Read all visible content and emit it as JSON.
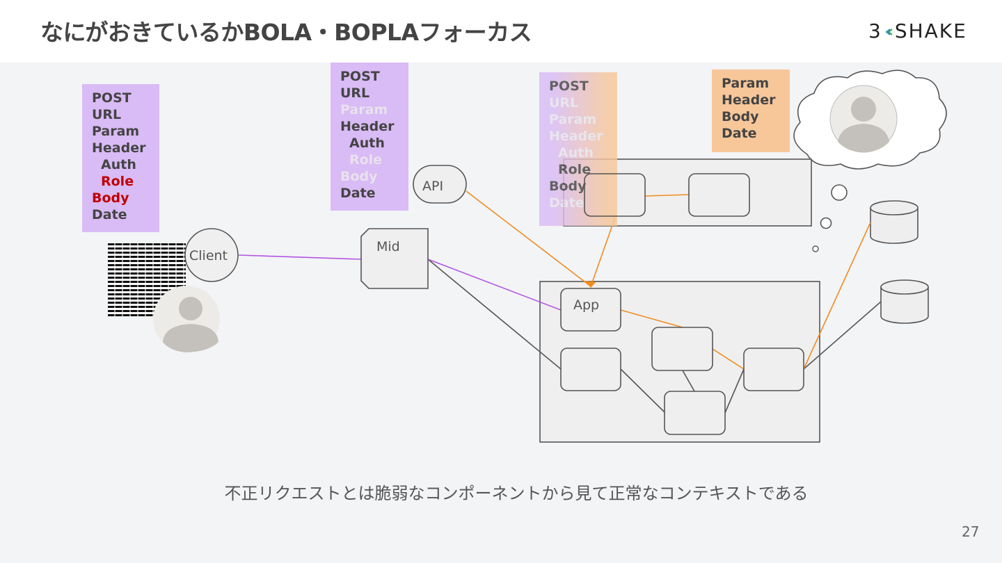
{
  "title": "なにがおきているかBOLA・BOPLAフォーカス",
  "logo": {
    "text_left": "3",
    "text_right": "SHAKE",
    "arrow_icon": "double-chevron-icon"
  },
  "notes": {
    "client_request": {
      "lines": [
        "POST",
        "URL",
        "Param",
        "Header",
        "Auth",
        "Role",
        "Body",
        "Date"
      ],
      "highlight_color": "#c00000",
      "bg": "#d9bbf5"
    },
    "api_view": {
      "lines": [
        "POST",
        "URL",
        "Param",
        "Header",
        "Auth",
        "Role",
        "Body",
        "Date"
      ],
      "bg": "#d9bbf5"
    },
    "app_view": {
      "lines": [
        "POST",
        "URL",
        "Param",
        "Header",
        "Auth",
        "Role",
        "Body",
        "Date"
      ],
      "bg": "#d9bbf5"
    },
    "backend_view": {
      "lines": [
        "Param",
        "Header",
        "Body",
        "Date"
      ],
      "bg": "#f7c79a"
    }
  },
  "nodes": {
    "client": "Client",
    "api": "API",
    "mid": "Mid",
    "app": "App"
  },
  "colors": {
    "purple_flow": "#b455e0",
    "orange_flow": "#f08c1e",
    "line": "#555555"
  },
  "caption": "不正リクエストとは脆弱なコンポーネントから見て正常なコンテキストである",
  "page_number": "27"
}
